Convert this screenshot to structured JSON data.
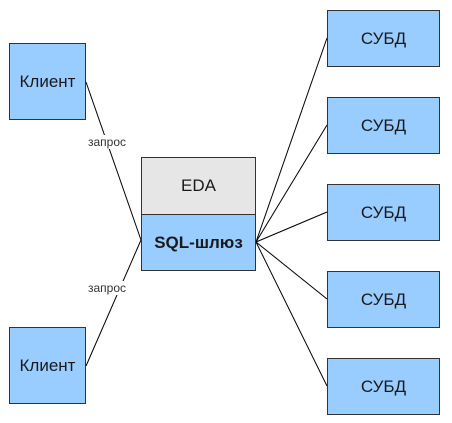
{
  "nodes": {
    "client_top": "Клиент",
    "client_bottom": "Клиент",
    "eda": "EDA",
    "gateway": "SQL-шлюз",
    "dbms": [
      "СУБД",
      "СУБД",
      "СУБД",
      "СУБД",
      "СУБД"
    ]
  },
  "edges": {
    "request_top": "запрос",
    "request_bottom": "запрос"
  },
  "colors": {
    "node_fill": "#99ccff",
    "eda_fill": "#e6e6e6",
    "border": "#333333",
    "line": "#000000"
  }
}
